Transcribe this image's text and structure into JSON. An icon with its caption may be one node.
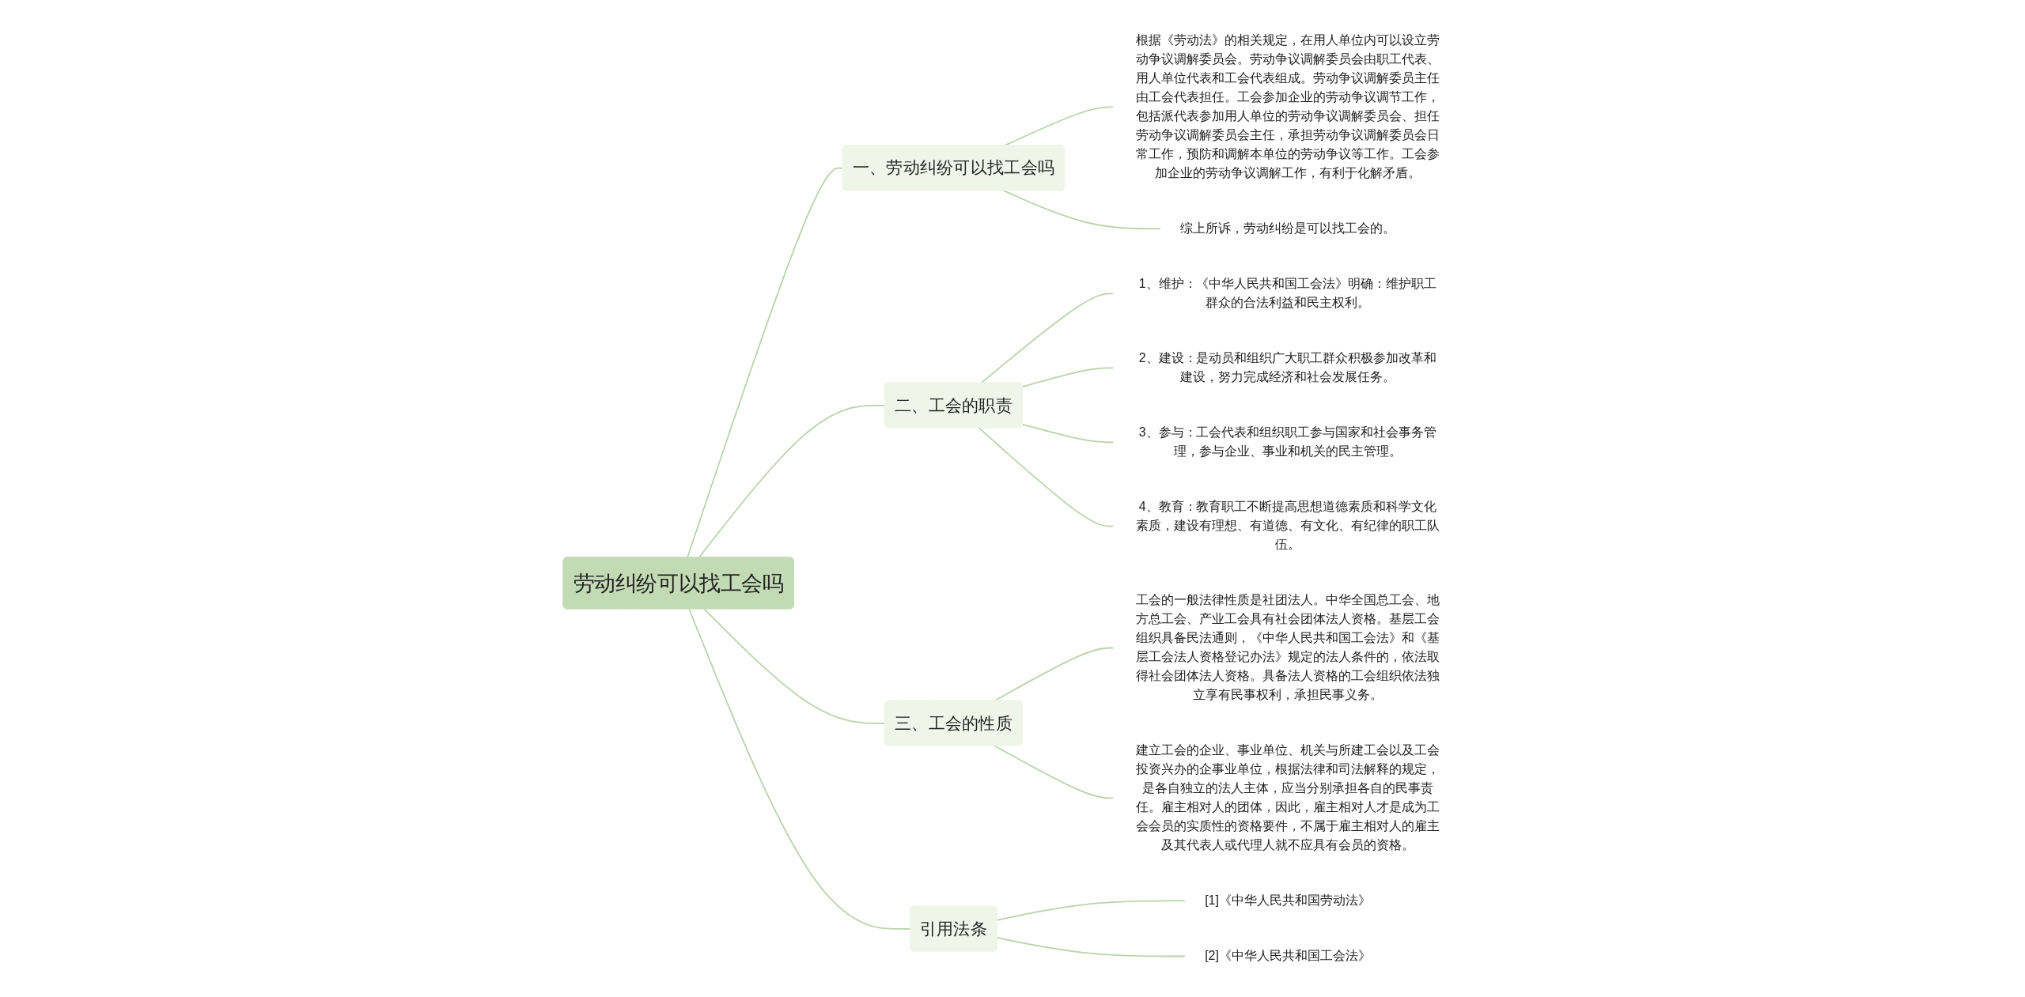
{
  "diagram": {
    "nodes": [
      {
        "text": [
          "劳动纠纷可以找工会吗"
        ]
      },
      {
        "text": [
          "一、劳动纠纷可以找工会吗"
        ]
      },
      {
        "text": [
          "根据《劳动法》的相关规定，在用人单位内可以设立劳动争议调解委员会。劳动争议调解委员会由职工代表、用人单位代表和工会代表组成。劳动争议调解委员主任由工会代表担任。工会参加企业的劳动争议调节工作，包括派代表参加用人单位的劳动争议调解委员会、担任劳动争议调解委员会主任，承担劳动争议调解委员会日常工作，预防和调解本单位的劳动争议等工作。工会参加企业的劳动争议调解工作，有利于化解矛盾。"
        ]
      },
      {
        "text": [
          "综上所诉，劳动纠纷是可以找工会的。"
        ]
      },
      {
        "text": [
          "二、工会的职责"
        ]
      },
      {
        "text": [
          "1、维护：《中华人民共和国工会法》明确：维护职工群众的合法利益和民主权利。"
        ]
      },
      {
        "text": [
          "2、建设：是动员和组织广大职工群众积极参加改革和建设，努力完成经济和社会发展任务。"
        ]
      },
      {
        "text": [
          "3、参与：工会代表和组织职工参与国家和社会事务管理，参与企业、事业和机关的民主管理。"
        ]
      },
      {
        "text": [
          "4、教育：教育职工不断提高思想道德素质和科学文化素质，建设有理想、有道德、有文化、有纪律的职工队伍。"
        ]
      },
      {
        "text": [
          "三、工会的性质"
        ]
      },
      {
        "text": [
          "工会的一般法律性质是社团法人。中华全国总工会、地方总工会、产业工会具有社会团体法人资格。基层工会组织具备民法通则，《中华人民共和国工会法》和《基层工会法人资格登记办法》规定的法人条件的，依法取得社会团体法人资格。具备法人资格的工会组织依法独立享有民事权利，承担民事义务。"
        ]
      },
      {
        "text": [
          "建立工会的企业、事业单位、机关与所建工会以及工会投资兴办的企事业单位，根据法律和司法解释的规定，是各自独立的法人主体，应当分别承担各自的民事责任。雇主相对人的团体，因此，雇主相对人才是成为工会会员的实质性的资格要件，不属于雇主相对人的雇主及其代表人或代理人就不应具有会员的资格。"
        ]
      },
      {
        "text": [
          "引用法条"
        ]
      },
      {
        "text": [
          "[1]《中华人民共和国劳动法》"
        ]
      },
      {
        "text": [
          "[2]《中华人民共和国工会法》"
        ]
      }
    ],
    "edges": [
      {
        "from": 0,
        "to": 1,
        "arrow": "none"
      },
      {
        "from": 1,
        "to": 2,
        "arrow": "none"
      },
      {
        "from": 1,
        "to": 3,
        "arrow": "none"
      },
      {
        "from": 0,
        "to": 4,
        "arrow": "none"
      },
      {
        "from": 4,
        "to": 5,
        "arrow": "none"
      },
      {
        "from": 4,
        "to": 6,
        "arrow": "none"
      },
      {
        "from": 4,
        "to": 7,
        "arrow": "none"
      },
      {
        "from": 4,
        "to": 8,
        "arrow": "none"
      },
      {
        "from": 0,
        "to": 9,
        "arrow": "none"
      },
      {
        "from": 9,
        "to": 10,
        "arrow": "none"
      },
      {
        "from": 9,
        "to": 11,
        "arrow": "none"
      },
      {
        "from": 0,
        "to": 12,
        "arrow": "none"
      },
      {
        "from": 12,
        "to": 13,
        "arrow": "none"
      },
      {
        "from": 12,
        "to": 14,
        "arrow": "none"
      }
    ]
  }
}
